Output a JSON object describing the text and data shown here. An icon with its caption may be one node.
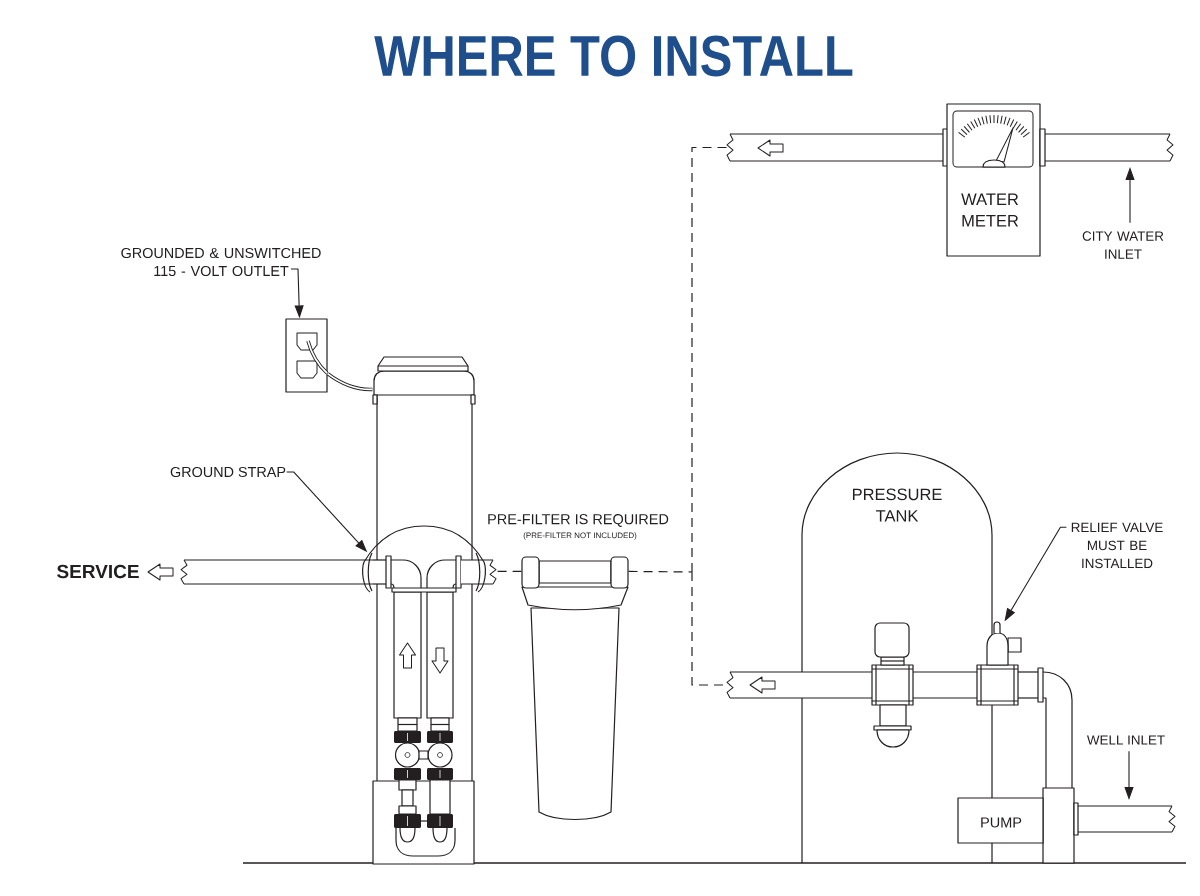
{
  "diagram": {
    "title": "WHERE TO INSTALL",
    "nodes": [
      {
        "text": [],
        "shape": "bar"
      },
      {
        "text": [
          "WATER METER"
        ]
      },
      {
        "text": [
          "CITY WATER INLET"
        ]
      },
      {
        "text": [
          "GROUNDED & UNSWITCHED 115 - VOLT OUTLET"
        ]
      },
      {
        "text": [],
        "shape": "picture"
      },
      {
        "text": [],
        "shape": "picture"
      },
      {
        "text": [
          "GROUND STRAP"
        ]
      },
      {
        "text": [],
        "shape": "picture"
      },
      {
        "text": [],
        "shape": "box",
        "beside": [
          "PRE-FILTER IS REQUIRED",
          "(PRE-FILTER NOT INCLUDED)"
        ]
      },
      {
        "text": [
          "PRESSURE TANK"
        ]
      },
      {
        "text": [
          "RELIEF VALVE MUST BE INSTALLED"
        ]
      },
      {
        "text": [],
        "shape": "picture"
      },
      {
        "text": [],
        "shape": "bar"
      },
      {
        "text": [
          "WELL INLET"
        ]
      },
      {
        "text": [
          "PUMP"
        ]
      }
    ],
    "edges": [
      {
        "from": 2,
        "to": null,
        "arrow": "to"
      },
      {
        "from": 3,
        "to": 4,
        "arrow": "to"
      },
      {
        "from": 4,
        "to": 5,
        "arrow": "none",
        "style": "thick"
      },
      {
        "from": 6,
        "to": 7,
        "arrow": "to"
      },
      {
        "from": 5,
        "to": 8,
        "arrow": "none",
        "style": "dashed"
      },
      {
        "from": 8,
        "to": 0,
        "arrow": "none",
        "style": "dashed"
      },
      {
        "from": 8,
        "to": 12,
        "arrow": "none",
        "style": "dashed"
      },
      {
        "from": 10,
        "to": 11,
        "arrow": "to"
      },
      {
        "from": 13,
        "to": null,
        "arrow": "to"
      }
    ],
    "labels": [
      "SERVICE"
    ]
  }
}
